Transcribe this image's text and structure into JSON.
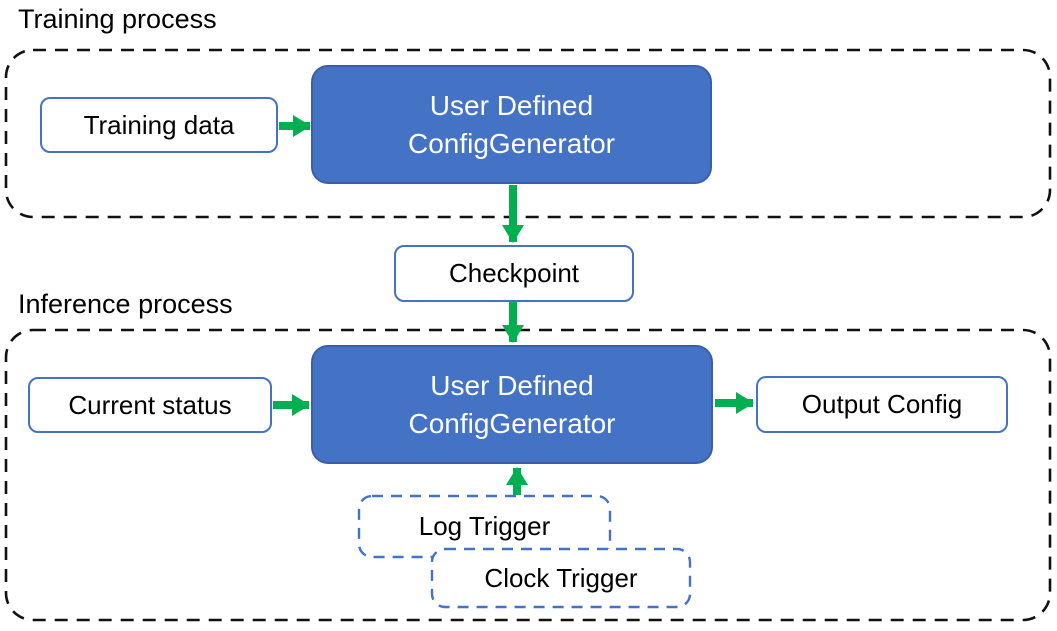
{
  "colors": {
    "node_blue_fill": "#4472C4",
    "node_blue_border": "#3A5FA8",
    "box_border_blue": "#4472C4",
    "arrow_green": "#00B050",
    "container_dash": "#111111",
    "text_dark": "#000000",
    "text_light": "#FFFFFF"
  },
  "training": {
    "label": "Training process",
    "input_box": "Training data",
    "generator_line1": "User Defined",
    "generator_line2": "ConfigGenerator"
  },
  "checkpoint": {
    "label": "Checkpoint"
  },
  "inference": {
    "label": "Inference process",
    "input_box": "Current status",
    "generator_line1": "User Defined",
    "generator_line2": "ConfigGenerator",
    "output_box": "Output Config",
    "log_trigger": "Log Trigger",
    "clock_trigger": "Clock Trigger"
  },
  "edges": [
    {
      "from": "Training data",
      "to": "User Defined ConfigGenerator (training)"
    },
    {
      "from": "User Defined ConfigGenerator (training)",
      "to": "Checkpoint"
    },
    {
      "from": "Checkpoint",
      "to": "User Defined ConfigGenerator (inference)"
    },
    {
      "from": "Current status",
      "to": "User Defined ConfigGenerator (inference)"
    },
    {
      "from": "User Defined ConfigGenerator (inference)",
      "to": "Output Config"
    },
    {
      "from": "Log Trigger / Clock Trigger",
      "to": "User Defined ConfigGenerator (inference)"
    }
  ]
}
